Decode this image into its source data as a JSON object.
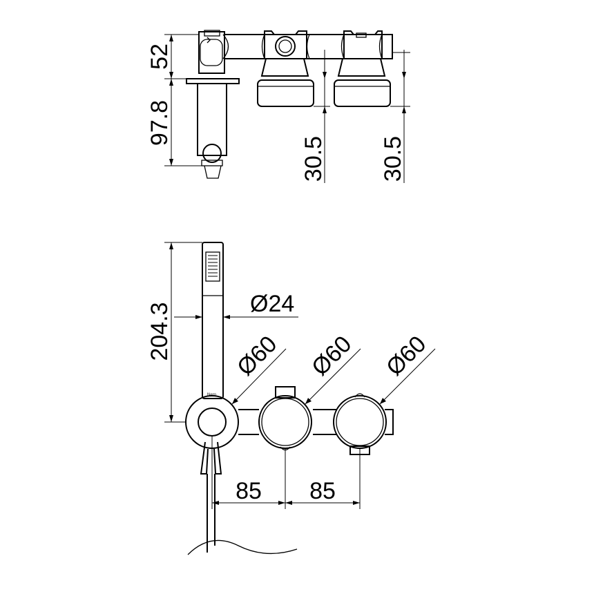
{
  "top_view": {
    "dim_height_upper": "52",
    "dim_height_lower": "97.8",
    "dim_depth_left": "30.5",
    "dim_depth_right": "30.5"
  },
  "front_view": {
    "dim_handshower_height": "204.3",
    "dim_handshower_diameter": "Ø24",
    "dim_diameter_holder": "Ø60",
    "dim_diameter_mixer_1": "Ø60",
    "dim_diameter_mixer_2": "Ø60",
    "dim_spacing_left": "85",
    "dim_spacing_right": "85",
    "brand_mark": "Nero"
  }
}
